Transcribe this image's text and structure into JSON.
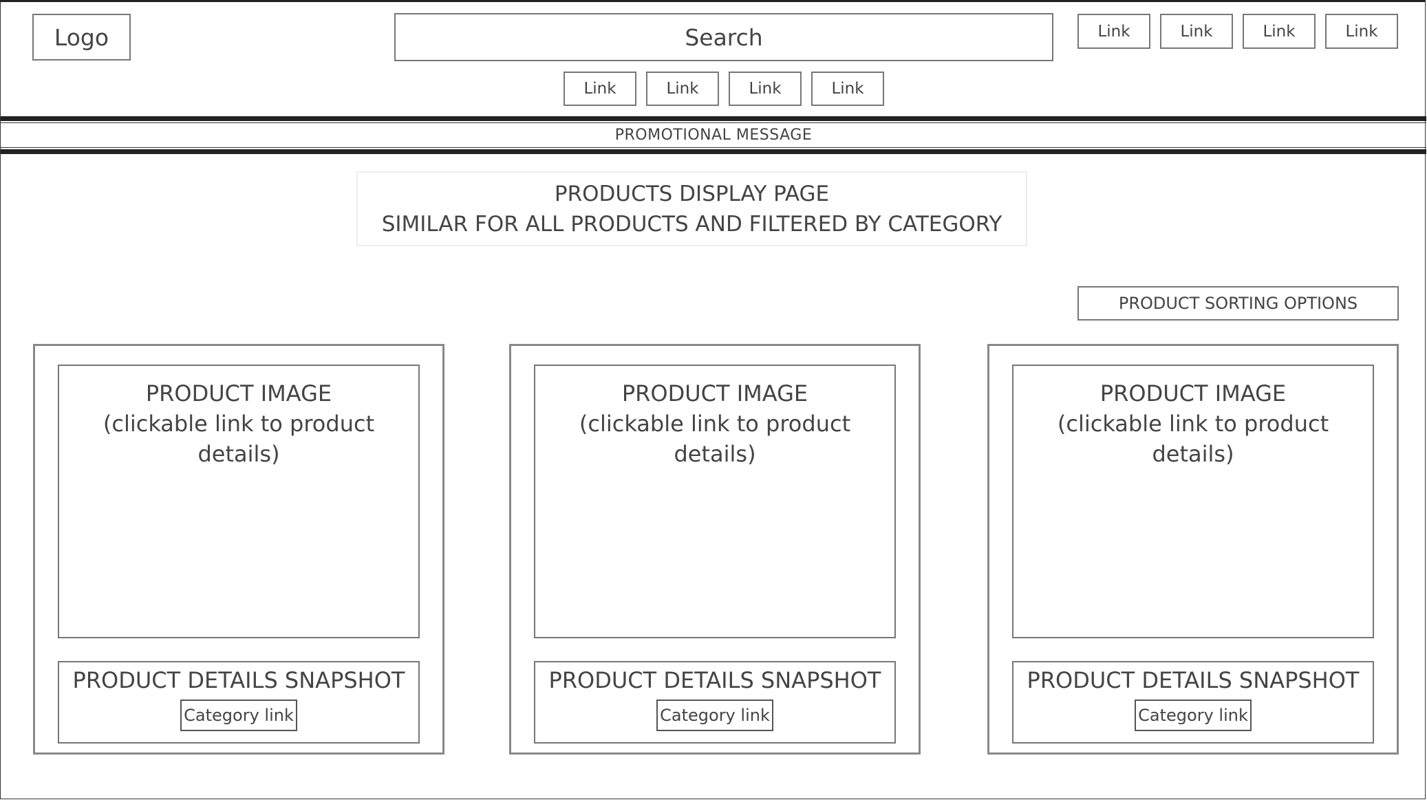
{
  "header": {
    "logo": "Logo",
    "search": "Search",
    "top_links": [
      "Link",
      "Link",
      "Link",
      "Link"
    ],
    "sub_nav_links": [
      "Link",
      "Link",
      "Link",
      "Link"
    ]
  },
  "promo": {
    "message": "PROMOTIONAL MESSAGE"
  },
  "main": {
    "title_line1": "PRODUCTS DISPLAY PAGE",
    "title_line2": "SIMILAR FOR ALL PRODUCTS AND FILTERED BY CATEGORY",
    "sorting_label": "PRODUCT SORTING OPTIONS",
    "products": [
      {
        "image_title": "PRODUCT IMAGE",
        "image_subtitle": "(clickable link to product details)",
        "snapshot": "PRODUCT DETAILS SNAPSHOT",
        "category_link": "Category link"
      },
      {
        "image_title": "PRODUCT IMAGE",
        "image_subtitle": "(clickable link to product details)",
        "snapshot": "PRODUCT DETAILS SNAPSHOT",
        "category_link": "Category link"
      },
      {
        "image_title": "PRODUCT IMAGE",
        "image_subtitle": "(clickable link to product details)",
        "snapshot": "PRODUCT DETAILS SNAPSHOT",
        "category_link": "Category link"
      }
    ]
  }
}
